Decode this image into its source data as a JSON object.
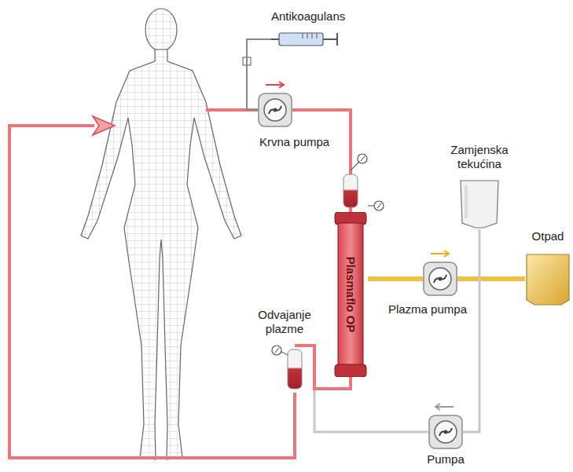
{
  "diagram": {
    "nodes": [
      {
        "text": [
          "Antikoagulans"
        ]
      },
      {
        "text": [
          "Krvna pumpa"
        ]
      },
      {
        "text": [
          "Zamjenska tekućina"
        ]
      },
      {
        "text": [
          "Plasmaflo OP"
        ]
      },
      {
        "text": [
          "Otpad"
        ]
      },
      {
        "text": [
          "Plazma pumpa"
        ]
      },
      {
        "text": [
          "Pumpa"
        ]
      }
    ],
    "edges": [
      {
        "from": 0,
        "to": 1,
        "arrow": "none"
      },
      {
        "from": 1,
        "to": 3,
        "arrow": "none"
      },
      {
        "from": 3,
        "to": 5,
        "arrow": "none"
      },
      {
        "from": 5,
        "to": 4,
        "arrow": "none"
      },
      {
        "from": 2,
        "to": 6,
        "arrow": "none"
      }
    ],
    "labels": [
      "Odvajanje plazme"
    ]
  }
}
